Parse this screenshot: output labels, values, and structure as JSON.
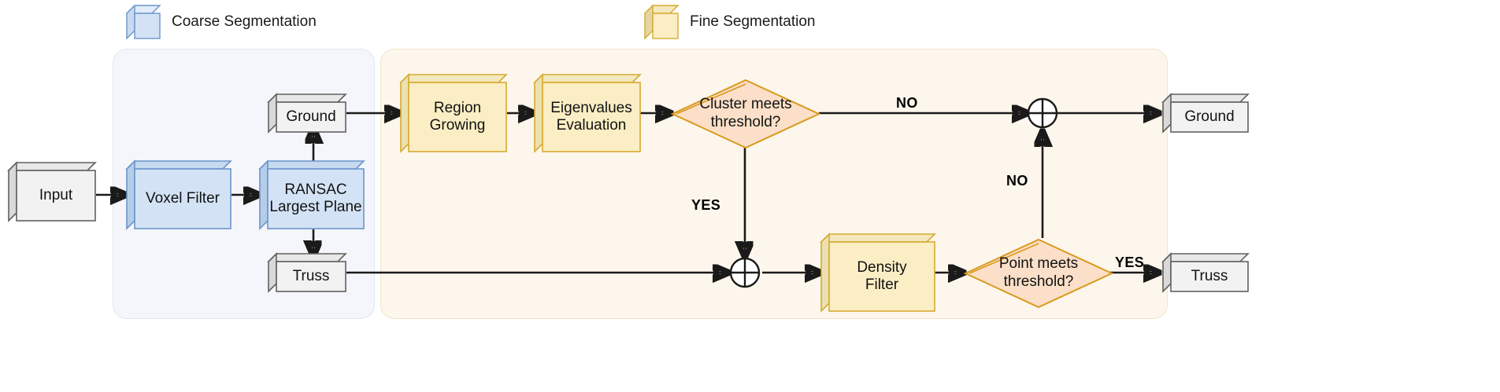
{
  "legend": [
    {
      "key": "coarse",
      "label": "Coarse Segmentation",
      "swatch_fill": "#dce6f5",
      "swatch_stroke": "#6b95cc"
    },
    {
      "key": "fine",
      "label": "Fine Segmentation",
      "swatch_fill": "#fbeec4",
      "swatch_stroke": "#d6aa2e"
    }
  ],
  "groups": {
    "coarse": {
      "name": "Coarse Segmentation",
      "fill": "#f4f6fb",
      "stroke": "#dfe6f2"
    },
    "fine": {
      "name": "Fine Segmentation",
      "fill": "#fdf6ec",
      "stroke": "#f2e4c9"
    }
  },
  "nodes": {
    "input": {
      "label": "Input",
      "style": "grey"
    },
    "voxel": {
      "label": "Voxel Filter",
      "style": "blue"
    },
    "ransac": {
      "label": "RANSAC\nLargest Plane",
      "style": "blue"
    },
    "ground_mid": {
      "label": "Ground",
      "style": "grey"
    },
    "truss_mid": {
      "label": "Truss",
      "style": "grey"
    },
    "region": {
      "label": "Region\nGrowing",
      "style": "yellow"
    },
    "eigen": {
      "label": "Eigenvalues\nEvaluation",
      "style": "yellow"
    },
    "density": {
      "label": "Density\nFilter",
      "style": "yellow"
    },
    "ground_out": {
      "label": "Ground",
      "style": "grey"
    },
    "truss_out": {
      "label": "Truss",
      "style": "grey"
    }
  },
  "decisions": {
    "cluster": {
      "label": "Cluster meets\nthreshold?"
    },
    "point": {
      "label": "Point meets\nthreshold?"
    }
  },
  "edge_labels": {
    "cluster_no": "NO",
    "cluster_yes": "YES",
    "point_no": "NO",
    "point_yes": "YES"
  },
  "junctions": {
    "top": {
      "name": "merge-junction-top"
    },
    "bottom": {
      "name": "merge-junction-bottom"
    }
  },
  "colors": {
    "grey_fill": "#f2f2f2",
    "grey_stroke": "#616161",
    "grey_side": "#d9d9d9",
    "grey_top": "#e8e8e8",
    "blue_fill": "#d3e3f5",
    "blue_stroke": "#6b95cc",
    "blue_side": "#b6cde8",
    "blue_top": "#c6d9ee",
    "yellow_fill": "#fbeec4",
    "yellow_stroke": "#d6aa2e",
    "yellow_side": "#ece0b2",
    "yellow_top": "#f3e8bd",
    "diamond_fill": "#fbdfc8",
    "diamond_stroke": "#d99a1c",
    "line": "#1a1a1a"
  }
}
